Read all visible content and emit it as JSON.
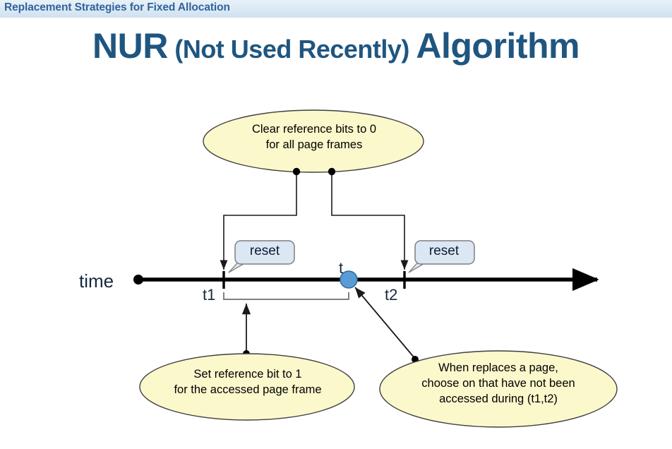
{
  "header": {
    "breadcrumb": "Replacement Strategies for Fixed Allocation"
  },
  "title": {
    "part1": "NUR",
    "part2": " (Not Used Recently) ",
    "part3": "Algorithm"
  },
  "diagram": {
    "ellipses": {
      "top": "Clear reference bits to 0\nfor all page frames",
      "bottom_left": "Set reference bit to 1\nfor the accessed page frame",
      "bottom_right": "When replaces a page,\nchoose on that have not been\naccessed during (t1,t2)"
    },
    "callouts": {
      "reset_left": "reset",
      "reset_right": "reset"
    },
    "axis": {
      "name": "time",
      "marker_t": "t",
      "marker_t1": "t1",
      "marker_t2": "t2"
    }
  },
  "colors": {
    "header_band": "#dbe9f4",
    "header_text": "#31639c",
    "title_text": "#1f5680",
    "ellipse_fill": "#fbf8cc",
    "ellipse_stroke": "#3f3f3f",
    "callout_fill": "#dbe7f3",
    "callout_stroke": "#7f7f7f",
    "axis_line": "#000000",
    "marker_t_fill": "#5b9bd5",
    "bracket": "#808080"
  }
}
